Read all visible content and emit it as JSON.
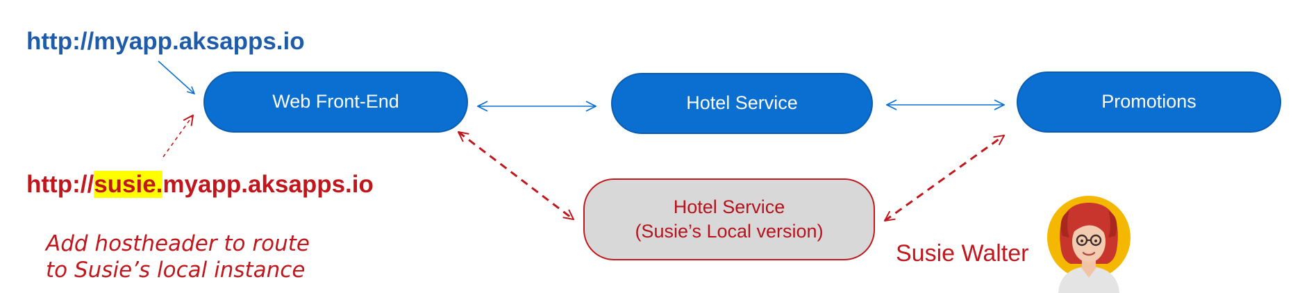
{
  "urls": {
    "main": "http://myapp.aksapps.io",
    "susie_prefix": "http://",
    "susie_highlight": "susie.",
    "susie_suffix": "myapp.aksapps.io"
  },
  "services": {
    "frontend": "Web Front-End",
    "hotel": "Hotel Service",
    "promotions": "Promotions",
    "local_line1": "Hotel Service",
    "local_line2": "(Susie’s Local version)"
  },
  "note": {
    "line1": "Add hostheader to route",
    "line2": "to Susie’s local instance"
  },
  "person": {
    "name": "Susie Walter"
  },
  "colors": {
    "service_blue": "#0a6fd0",
    "url_blue": "#1e5ba8",
    "accent_red": "#c0161c",
    "local_fill": "#d8d8d8",
    "highlight_yellow": "#ffff00",
    "avatar_ring": "#f5b800"
  },
  "icons": {
    "avatar": "woman-with-glasses-avatar-icon"
  }
}
